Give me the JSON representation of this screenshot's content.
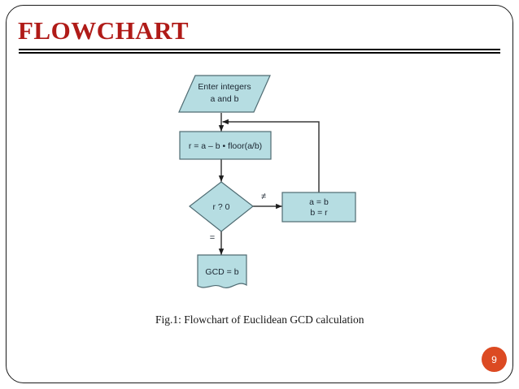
{
  "slide": {
    "title": "FLOWCHART",
    "title_color": "#B01B18",
    "page_number": "9",
    "badge_color": "#DC4A22",
    "caption": "Fig.1: Flowchart of Euclidean GCD calculation"
  },
  "flowchart": {
    "shape_fill": "#B6DDE2",
    "shape_stroke": "#4F6B72",
    "connector_color": "#3a3a3a",
    "nodes": [
      {
        "id": "input",
        "type": "parallelogram-input",
        "lines": [
          "Enter integers",
          "a and b"
        ]
      },
      {
        "id": "compute-remainder",
        "type": "process",
        "lines": [
          "r = a – b • floor(a/b)"
        ]
      },
      {
        "id": "decision",
        "type": "decision",
        "lines": [
          "r ? 0"
        ]
      },
      {
        "id": "swap",
        "type": "process",
        "lines": [
          "a =  b",
          "b = r"
        ]
      },
      {
        "id": "output",
        "type": "document-output",
        "lines": [
          "GCD = b"
        ]
      }
    ],
    "edge_labels": {
      "not_equal": "≠",
      "equal": "="
    }
  }
}
